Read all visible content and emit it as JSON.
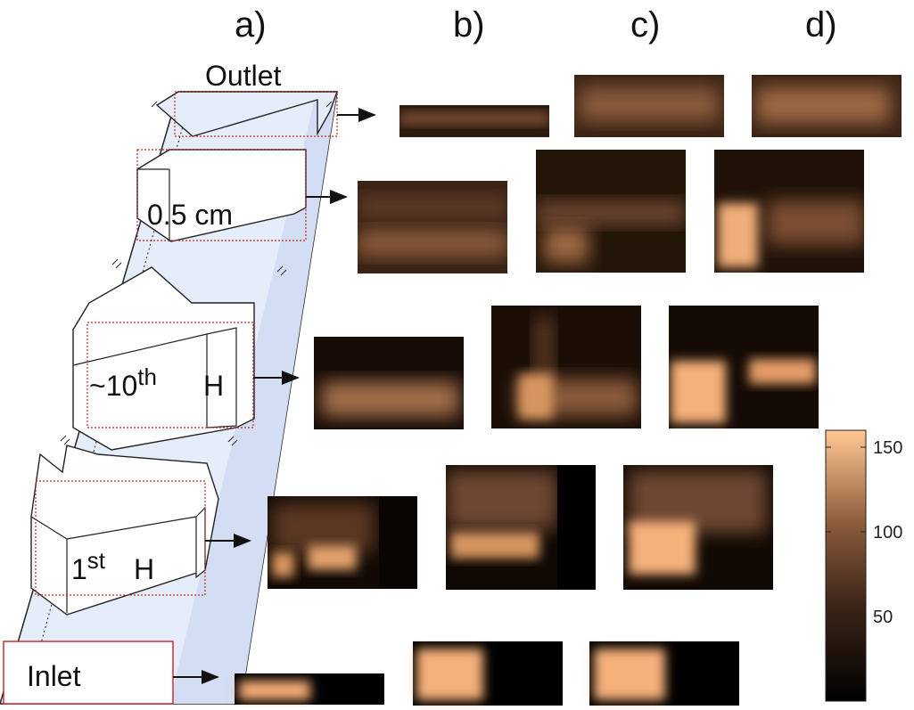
{
  "columns": [
    {
      "label": "a)"
    },
    {
      "label": "b)"
    },
    {
      "label": "c)"
    },
    {
      "label": "d)"
    }
  ],
  "labels": {
    "outlet": "Outlet",
    "inlet": "Inlet",
    "gap": "0.5 cm",
    "tenth_pre": "~10",
    "tenth_sup": "th",
    "tenth_post": "H",
    "first_pre": "1",
    "first_sup": "st",
    "first_post": "H"
  },
  "colorbar": {
    "ticks": [
      {
        "label": "150",
        "value": 150
      },
      {
        "label": "100",
        "value": 100
      },
      {
        "label": "50",
        "value": 50
      }
    ],
    "min": 0,
    "max": 160,
    "colors": {
      "low": "#000000",
      "mid": "#7a5238",
      "high": "#ffc490"
    }
  },
  "colors": {
    "channel_fill": "#e8eefb",
    "outline": "#222222",
    "dotted_red": "#cc2222",
    "heat_dark": "#1a0e08",
    "heat_mid": "#8a5a3a",
    "heat_bright": "#f3b27c"
  }
}
